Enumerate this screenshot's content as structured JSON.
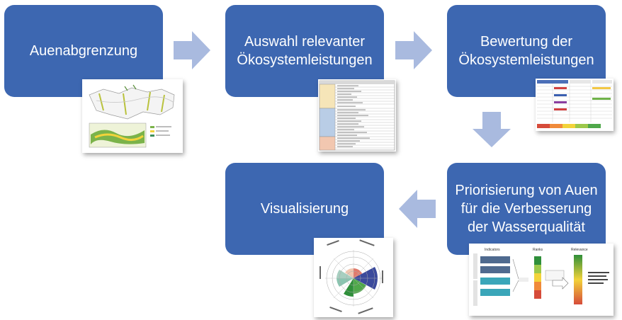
{
  "colors": {
    "box": "#3d67b1",
    "arrow": "#a9badf",
    "text": "#ffffff"
  },
  "steps": [
    {
      "label": "Auenabgrenzung"
    },
    {
      "label": "Auswahl relevanter\nÖkosystemleistungen"
    },
    {
      "label": "Bewertung der\nÖkosystemleistungen"
    },
    {
      "label": "Priorisierung von Auen\nfür die Verbesserung\nder Wasserqualität"
    },
    {
      "label": "Visualisierung"
    }
  ],
  "thumbnails": {
    "priorisierung": {
      "indicators": "Indicators",
      "ranks": "Ranks",
      "relevance": "Relevance"
    }
  }
}
